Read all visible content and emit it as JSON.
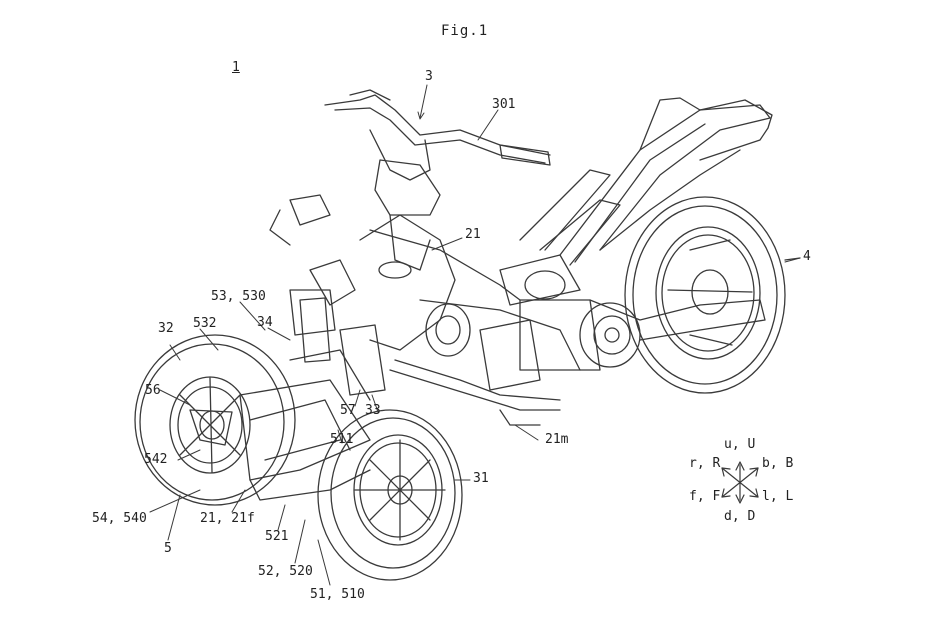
{
  "figure": {
    "title": "Fig.1",
    "ref_main": "1"
  },
  "labels": {
    "handlebar": "3",
    "grip": "301",
    "body_frame": "21",
    "rear_wheel": "4",
    "item_53_530": "53, 530",
    "item_532": "532",
    "item_32": "32",
    "item_34": "34",
    "item_56": "56",
    "item_57": "57",
    "item_33": "33",
    "item_511": "511",
    "item_21m": "21m",
    "item_542": "542",
    "item_31": "31",
    "item_54_540": "54, 540",
    "item_21_21f": "21, 21f",
    "item_5": "5",
    "item_521": "521",
    "item_52_520": "52, 520",
    "item_51_510": "51, 510"
  },
  "direction_legend": {
    "up": "u, U",
    "back": "b, B",
    "right": "r, R",
    "front": "f, F",
    "left": "l, L",
    "down": "d, D"
  },
  "colors": {
    "line": "#3a3a3a",
    "background": "#ffffff"
  }
}
